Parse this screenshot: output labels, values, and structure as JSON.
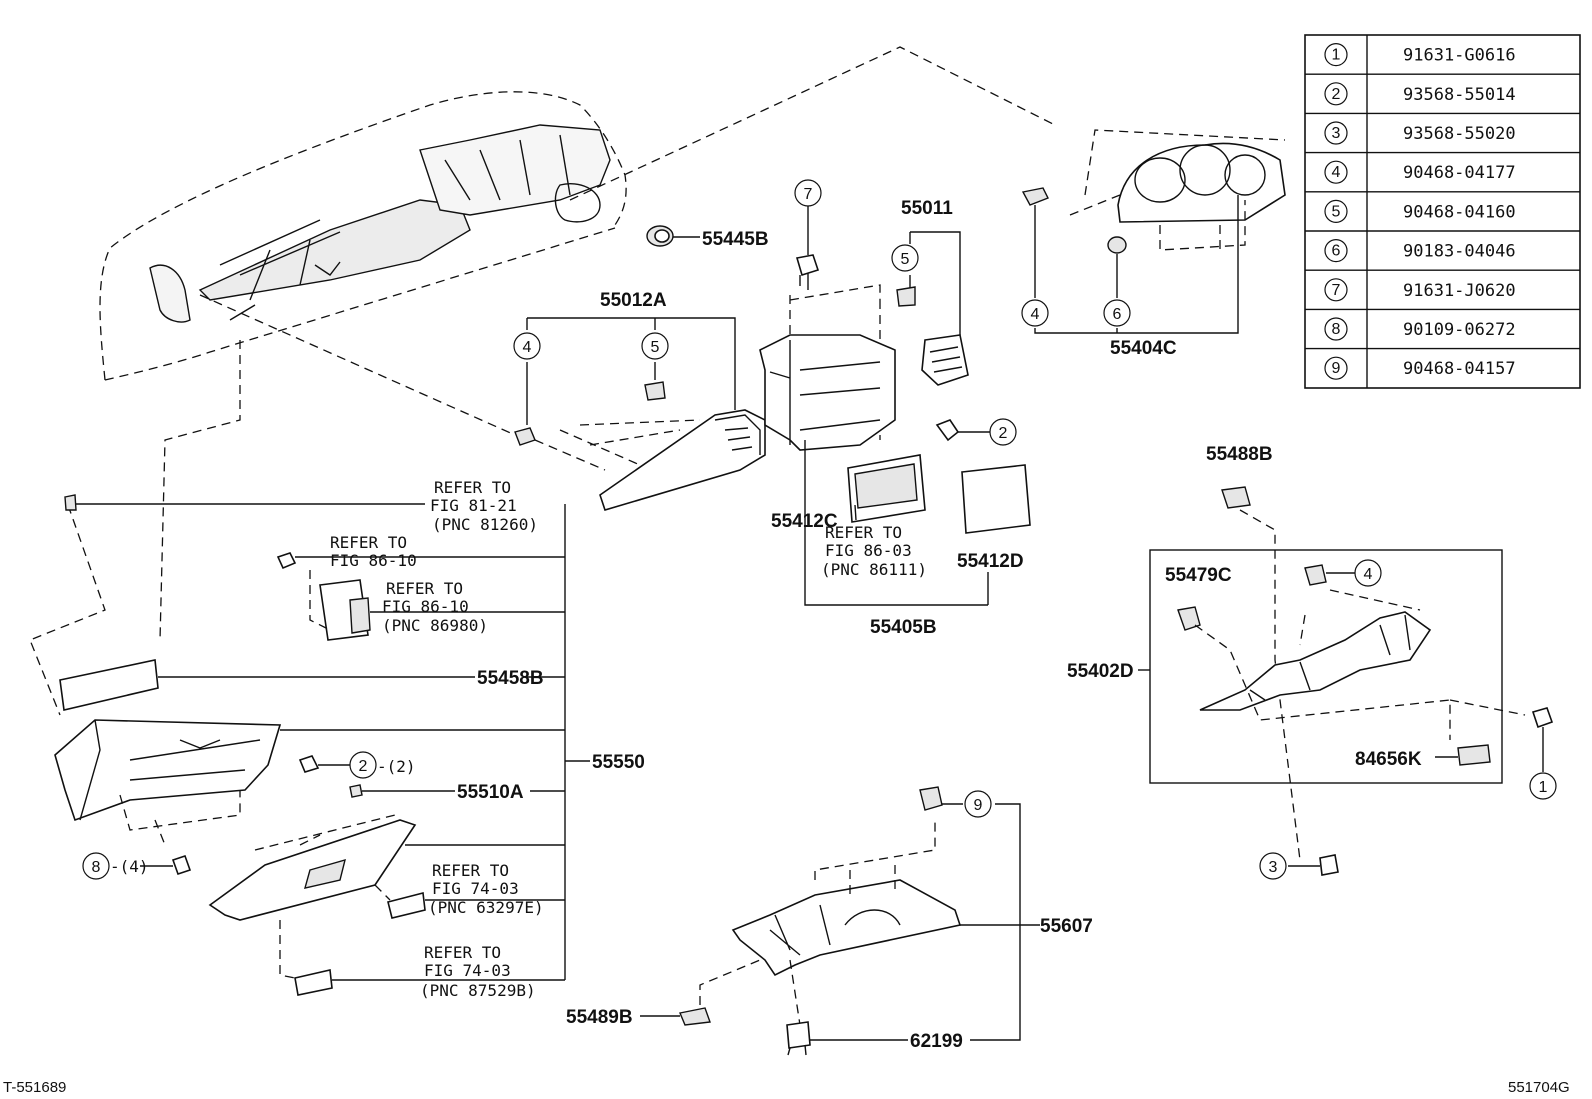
{
  "legend": [
    {
      "num": "1",
      "part": "91631-G0616"
    },
    {
      "num": "2",
      "part": "93568-55014"
    },
    {
      "num": "3",
      "part": "93568-55020"
    },
    {
      "num": "4",
      "part": "90468-04177"
    },
    {
      "num": "5",
      "part": "90468-04160"
    },
    {
      "num": "6",
      "part": "90183-04046"
    },
    {
      "num": "7",
      "part": "91631-J0620"
    },
    {
      "num": "8",
      "part": "90109-06272"
    },
    {
      "num": "9",
      "part": "90468-04157"
    }
  ],
  "labels": {
    "p55445B": "55445B",
    "p55011": "55011",
    "p55012A": "55012A",
    "p55404C": "55404C",
    "p55412C": "55412C",
    "p55412D": "55412D",
    "p55405B": "55405B",
    "p55488B": "55488B",
    "p55479C": "55479C",
    "p55402D": "55402D",
    "p84656K": "84656K",
    "p55458B": "55458B",
    "p55510A": "55510A",
    "p55550": "55550",
    "p55607": "55607",
    "p62199": "62199",
    "p55489B": "55489B"
  },
  "refs": {
    "r1": [
      "REFER TO",
      "FIG 81-21",
      "(PNC 81260)"
    ],
    "r2": [
      "REFER TO",
      "FIG 86-10"
    ],
    "r3": [
      "REFER TO",
      "FIG 86-10",
      "(PNC 86980)"
    ],
    "r4": [
      "REFER TO",
      "FIG 86-03",
      "(PNC 86111)"
    ],
    "r5": [
      "REFER TO",
      "FIG 74-03",
      "(PNC 63297E)"
    ],
    "r6": [
      "REFER TO",
      "FIG 74-03",
      "(PNC 87529B)"
    ]
  },
  "callouts": {
    "c1": "1",
    "c2": "2",
    "c3": "3",
    "c4a": "4",
    "c4b": "4",
    "c4c": "4",
    "c5a": "5",
    "c5b": "5",
    "c6": "6",
    "c7": "7",
    "c8": "8",
    "c9": "9"
  },
  "qty": {
    "q2": "-(2)",
    "q8": "-(4)"
  },
  "footer": {
    "left": "T-551689",
    "right": "551704G"
  }
}
